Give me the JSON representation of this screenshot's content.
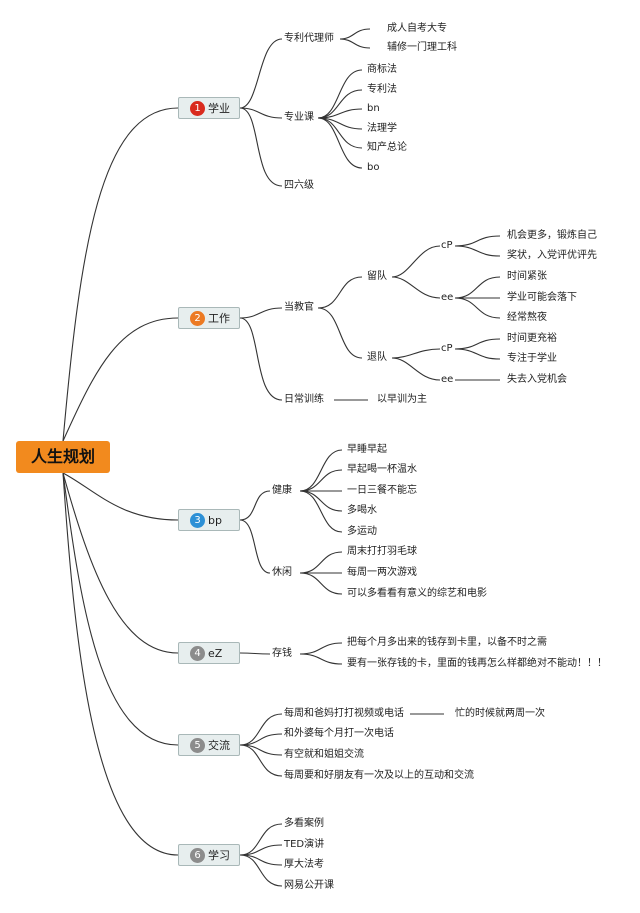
{
  "root": {
    "label": "人生规划"
  },
  "colors": {
    "root": "#f28a1e",
    "badge_red": "#d92b1e",
    "badge_orange": "#ec7a23",
    "badge_blue": "#2d90d6",
    "badge_gray": "#8c8c8c",
    "line": "#333333"
  },
  "cat1": {
    "num": "1",
    "label": "学业",
    "c1": {
      "label": "专利代理师",
      "items": [
        "成人自考大专",
        "辅修一门理工科"
      ]
    },
    "c2": {
      "label": "专业课",
      "items": [
        "商标法",
        "专利法",
        "bn",
        "法理学",
        "知产总论",
        "bo"
      ]
    },
    "c3": {
      "label": "四六级"
    }
  },
  "cat2": {
    "num": "2",
    "label": "工作",
    "c1": {
      "label": "当教官",
      "stay": {
        "label": "留队",
        "pro": {
          "label": "cP",
          "items": [
            "机会更多，锻炼自己",
            "奖状，入党评优评先"
          ]
        },
        "con": {
          "label": "ee",
          "items": [
            "时间紧张",
            "学业可能会落下",
            "经常熬夜"
          ]
        }
      },
      "leave": {
        "label": "退队",
        "pro": {
          "label": "cP",
          "items": [
            "时间更充裕",
            "专注于学业"
          ]
        },
        "con": {
          "label": "ee",
          "items": [
            "失去入党机会"
          ]
        }
      }
    },
    "c2": {
      "label": "日常训练",
      "note": "以早训为主"
    }
  },
  "cat3": {
    "num": "3",
    "label": "bp",
    "c1": {
      "label": "健康",
      "items": [
        "早睡早起",
        "早起喝一杯温水",
        "一日三餐不能忘",
        "多喝水",
        "多运动"
      ]
    },
    "c2": {
      "label": "休闲",
      "items": [
        "周末打打羽毛球",
        "每周一两次游戏",
        "可以多看看有意义的综艺和电影"
      ]
    }
  },
  "cat4": {
    "num": "4",
    "label": "eZ",
    "c1": {
      "label": "存钱",
      "items": [
        "把每个月多出来的钱存到卡里，以备不时之需",
        "要有一张存钱的卡，里面的钱再怎么样都绝对不能动！！！"
      ]
    }
  },
  "cat5": {
    "num": "5",
    "label": "交流",
    "items": [
      "每周和爸妈打打视频或电话",
      "和外婆每个月打一次电话",
      "有空就和姐姐交流",
      "每周要和好朋友有一次及以上的互动和交流"
    ],
    "note": "忙的时候就两周一次"
  },
  "cat6": {
    "num": "6",
    "label": "学习",
    "items": [
      "多看案例",
      "TED演讲",
      "厚大法考",
      "网易公开课"
    ]
  }
}
